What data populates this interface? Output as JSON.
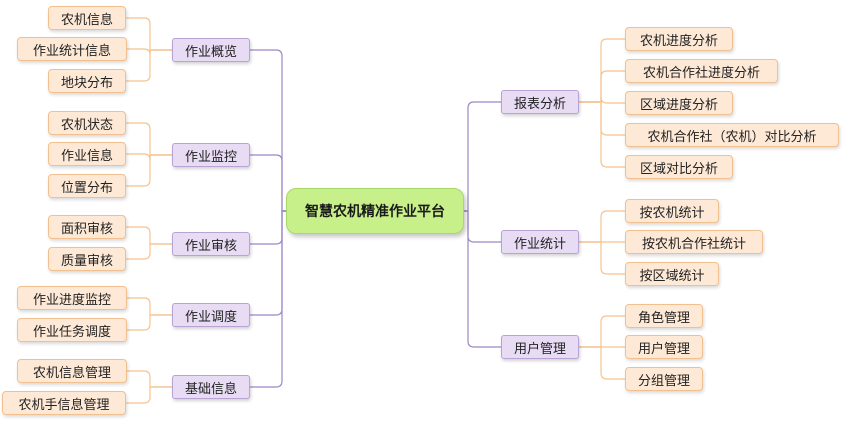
{
  "root": {
    "label": "智慧农机精准作业平台"
  },
  "branches": [
    {
      "label": "作业概览",
      "children": [
        "农机信息",
        "作业统计信息",
        "地块分布"
      ]
    },
    {
      "label": "作业监控",
      "children": [
        "农机状态",
        "作业信息",
        "位置分布"
      ]
    },
    {
      "label": "作业审核",
      "children": [
        "面积审核",
        "质量审核"
      ]
    },
    {
      "label": "作业调度",
      "children": [
        "作业进度监控",
        "作业任务调度"
      ]
    },
    {
      "label": "基础信息",
      "children": [
        "农机信息管理",
        "农机手信息管理"
      ]
    },
    {
      "label": "报表分析",
      "children": [
        "农机进度分析",
        "农机合作社进度分析",
        "区域进度分析",
        "农机合作社（农机）对比分析",
        "区域对比分析"
      ]
    },
    {
      "label": "作业统计",
      "children": [
        "按农机统计",
        "按农机合作社统计",
        "按区域统计"
      ]
    },
    {
      "label": "用户管理",
      "children": [
        "角色管理",
        "用户管理",
        "分组管理"
      ]
    }
  ],
  "colors": {
    "root_fill": "#c8f08a",
    "branch_fill": "#e8dcf4",
    "leaf_fill": "#fde9d6",
    "root_link": "#9b87c6",
    "leaf_link": "#f4c48e"
  }
}
